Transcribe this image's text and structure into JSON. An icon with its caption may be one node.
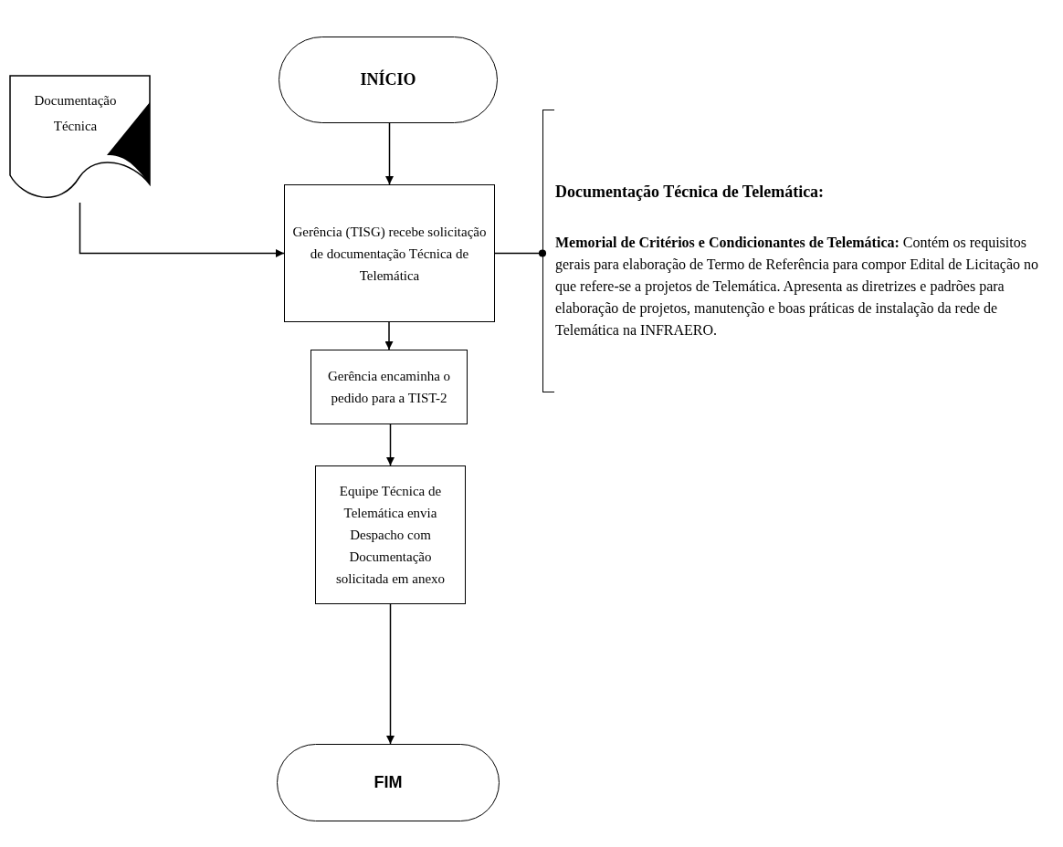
{
  "diagram": {
    "nodes": [
      {
        "text": [
          "INÍCIO"
        ]
      },
      {
        "text": [
          "Documentação Técnica"
        ]
      },
      {
        "text": [
          "Gerência (TISG) recebe solicitação de documentação Técnica de Telemática"
        ]
      },
      {
        "text": [
          "Documentação Técnica de Telemática:",
          "**Memorial de Critérios e Condicionantes de Telemática:** Contém os requisitos gerais para elaboração de Termo de Referência para compor Edital de Licitação no que refere-se a projetos de Telemática. Apresenta as diretrizes e padrões para elaboração de projetos, manutenção e boas práticas de instalação da rede de Telemática na INFRAERO."
        ]
      },
      {
        "text": [
          "Gerência encaminha o pedido para a TIST-2"
        ]
      },
      {
        "text": [
          "Equipe Técnica de Telemática envia Despacho com Documentação solicitada em anexo"
        ]
      },
      {
        "text": [
          "FIM"
        ]
      }
    ],
    "edges": [
      {
        "from": 0,
        "to": 2,
        "arrow": "to"
      },
      {
        "from": 1,
        "to": 2,
        "arrow": "to"
      },
      {
        "from": 2,
        "to": 3,
        "arrow": "other"
      },
      {
        "from": 2,
        "to": 4,
        "arrow": "to"
      },
      {
        "from": 4,
        "to": 5,
        "arrow": "to"
      },
      {
        "from": 5,
        "to": 6,
        "arrow": "to"
      }
    ]
  }
}
